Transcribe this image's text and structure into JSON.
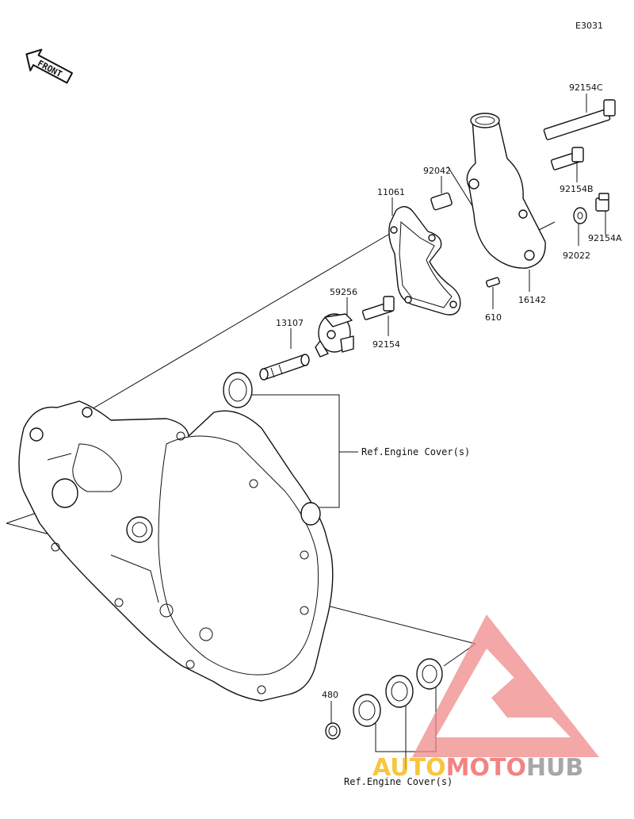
{
  "diagram_code": "E3031",
  "front_label": "FRONT",
  "parts": {
    "p92154C": "92154C",
    "p92042": "92042",
    "p11061": "11061",
    "p92154B": "92154B",
    "p92154A": "92154A",
    "p92022": "92022",
    "p59256": "59256",
    "p13107": "13107",
    "p92154": "92154",
    "p16142": "16142",
    "p610": "610",
    "p480": "480"
  },
  "refs": {
    "upper": "Ref.Engine Cover(s)",
    "lower": "Ref.Engine Cover(s)"
  },
  "watermark": {
    "part1": "AUTO",
    "part2": "MOTO",
    "part3": "HUB",
    "color1": "#f5b400",
    "color2": "#ef5a5a",
    "color3": "#8a8a8a"
  }
}
